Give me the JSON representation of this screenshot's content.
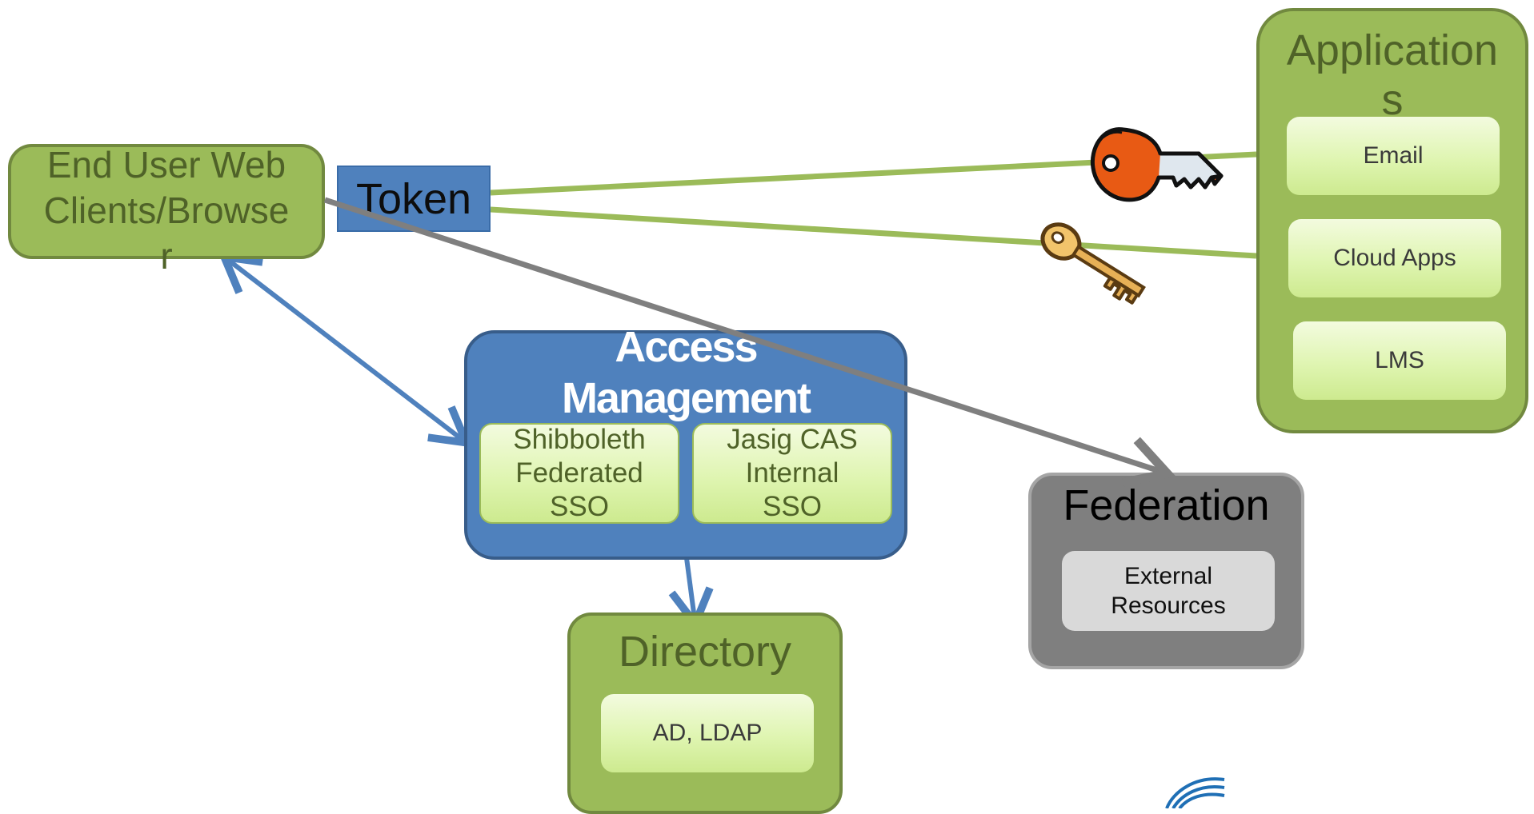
{
  "nodes": {
    "end_user": {
      "label": "End User Web\nClients/Browse\nr"
    },
    "token": {
      "label": "Token"
    },
    "applications": {
      "label": "Application\ns",
      "items": [
        "Email",
        "Cloud Apps",
        "LMS"
      ]
    },
    "access_management": {
      "label": "Access\nManagement",
      "items": [
        "Shibboleth\nFederated\nSSO",
        "Jasig CAS\nInternal\nSSO"
      ]
    },
    "federation": {
      "label": "Federation",
      "items": [
        "External\nResources"
      ]
    },
    "directory": {
      "label": "Directory",
      "items": [
        "AD, LDAP"
      ]
    }
  },
  "icons": [
    "orange-key-icon",
    "gold-key-icon",
    "logo-arc-icon"
  ],
  "colors": {
    "green_fill": "#9bbb59",
    "green_border": "#71893f",
    "blue_fill": "#4f81bd",
    "gray_fill": "#7f7f7f",
    "connector_green": "#9bbb59",
    "connector_gray": "#7f7f7f",
    "connector_blue": "#4f81bd"
  }
}
